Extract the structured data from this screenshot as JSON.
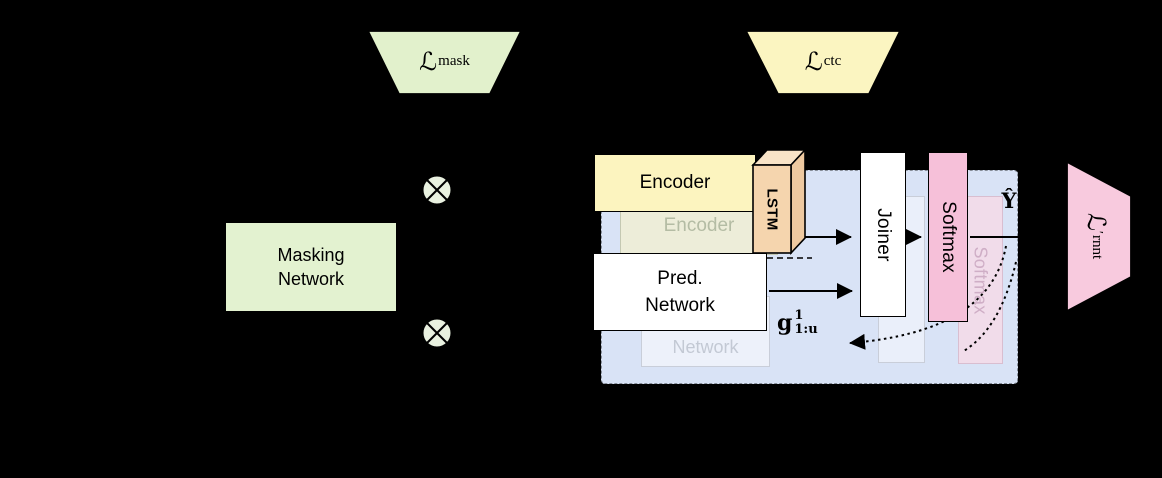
{
  "losses": {
    "mask": {
      "script": "ℒ",
      "sub": "mask"
    },
    "ctc": {
      "script": "ℒ",
      "sub": "ctc"
    },
    "rnnt": {
      "script": "ℒ",
      "prime": "′",
      "sub": "rnnt"
    }
  },
  "masking_network": {
    "line1": "Masking",
    "line2": "Network"
  },
  "blocks": {
    "encoder": "Encoder",
    "lstm": "LSTM",
    "pred_line1": "Pred.",
    "pred_line2": "Network",
    "joiner": "Joiner",
    "softmax": "Softmax"
  },
  "ghosts": {
    "encoder": "Encoder",
    "network": "Network",
    "softmax": "Softmax"
  },
  "labels": {
    "y_hat": "Ŷ",
    "g_base": "g",
    "g_sup": "1",
    "g_sub": "1:u"
  },
  "operators": {
    "multiply": "⊗"
  },
  "colors": {
    "background": "#000000",
    "mask_green": "#e2f1cc",
    "masking_box_green": "#e3f2d0",
    "otimes_green": "#e9f1e0",
    "ctc_yellow": "#fbf5c1",
    "encoder_yellow": "#fcf4bf",
    "lstm_tan": "#f5d5ae",
    "softmax_pink": "#f6c0d9",
    "rnnt_pink": "#f8cade",
    "panel_blue": "#d9e3f6",
    "box_white": "#ffffff"
  }
}
